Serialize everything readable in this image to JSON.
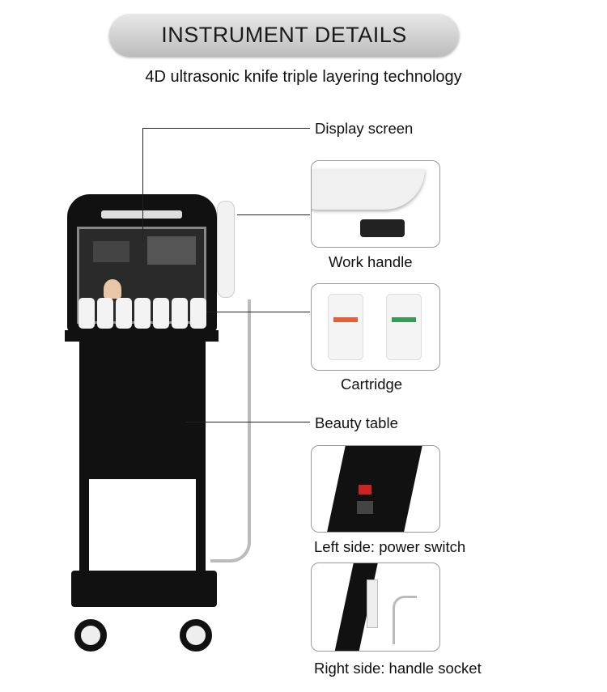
{
  "header": {
    "title": "INSTRUMENT DETAILS",
    "subtitle": "4D ultrasonic knife triple layering technology"
  },
  "callouts": {
    "display_screen": "Display screen",
    "work_handle": "Work handle",
    "cartridge": "Cartridge",
    "beauty_table": "Beauty table",
    "power_switch": "Left side: power switch",
    "handle_socket": "Right side: handle socket"
  },
  "colors": {
    "machine": "#111111",
    "pill": "#cfcfcf",
    "cartridge_red": "#e0603a",
    "cartridge_green": "#3a9a55"
  }
}
